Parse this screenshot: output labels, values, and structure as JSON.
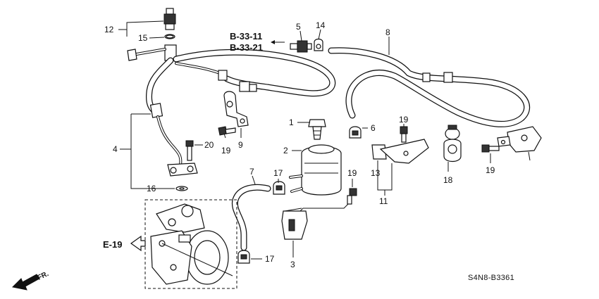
{
  "refs": {
    "b3311": "B-33-11",
    "b3321": "B-33-21",
    "e19": "E-19"
  },
  "direction_label": "FR.",
  "diagram_code": "S4N8-B3361",
  "callouts": {
    "c1": "1",
    "c2": "2",
    "c3": "3",
    "c4": "4",
    "c5": "5",
    "c6": "6",
    "c7": "7",
    "c8": "8",
    "c9": "9",
    "c11": "11",
    "c12": "12",
    "c13": "13",
    "c14": "14",
    "c15": "15",
    "c16": "16",
    "c17a": "17",
    "c17b": "17",
    "c18": "18",
    "c19a": "19",
    "c19b": "19",
    "c19c": "19",
    "c19d": "19",
    "c20": "20"
  }
}
